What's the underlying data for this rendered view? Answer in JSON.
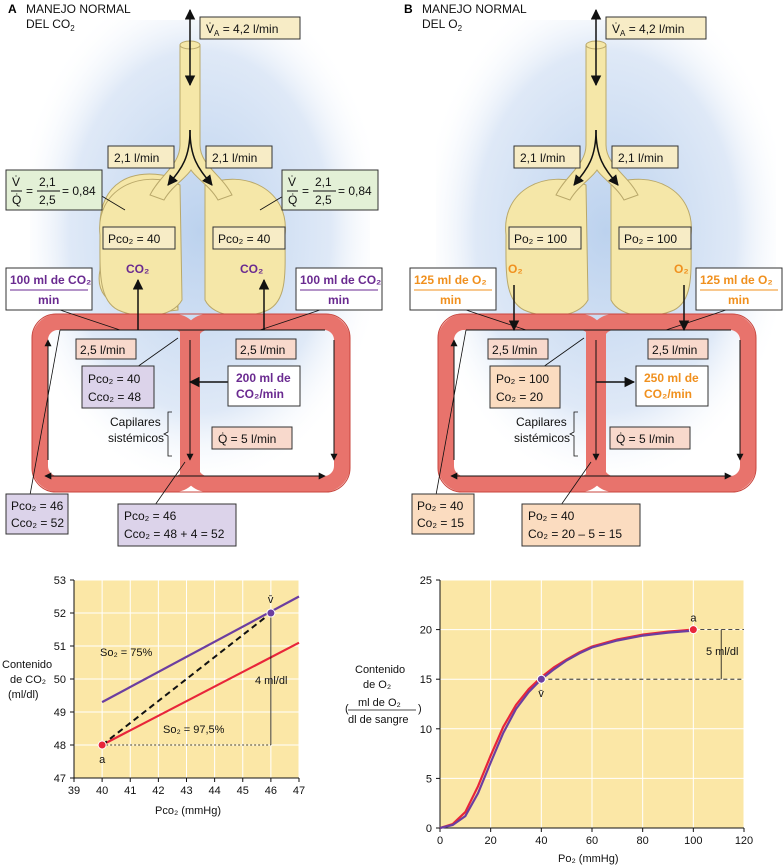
{
  "colors": {
    "airway": "#f5e7a8",
    "blood": "#e8736c",
    "blood_dark": "#c9463e",
    "box_green": "#e3f0d6",
    "box_pink": "#f8d9cc",
    "box_purple": "#dcd3ea",
    "box_orange": "#fbdcc0",
    "purple_text": "#6a2a90",
    "orange_text": "#f0901e",
    "plot_bg": "#fbe7a6",
    "line_purple": "#6c3ea0",
    "line_red": "#e8253a"
  },
  "panelA": {
    "letter": "A",
    "title_1": "MANEJO NORMAL",
    "title_2": "DEL CO",
    "title_2_sub": "2",
    "va_label": "V̇",
    "va_sub": "A",
    "va_value": " = 4,2 l/min",
    "split_left": "2,1 l/min",
    "split_right": "2,1 l/min",
    "vq_num_sym": "V̇",
    "vq_den_sym": "Q̇",
    "vq_num": "2,1",
    "vq_den": "2,5",
    "vq_value": "= 0,84",
    "p_left": "Pco₂ = 40",
    "p_right": "Pco₂ = 40",
    "gas_left": "CO₂",
    "gas_right": "CO₂",
    "flux_left_num": "100 ml de CO₂",
    "flux_left_den": "min",
    "flux_right_num": "100 ml de CO₂",
    "flux_right_den": "min",
    "flow_left": "2,5 l/min",
    "flow_right": "2,5 l/min",
    "art_1": "Pco₂ = 40",
    "art_2": "Cco₂ = 48",
    "tissue_1": "200 ml de",
    "tissue_2": "CO₂/min",
    "cap_1": "Capilares",
    "cap_2": "sistémicos",
    "q_value": "Q̇ = 5 l/min",
    "ven_left_1": "Pco₂ = 46",
    "ven_left_2": "Cco₂ = 52",
    "ven_right_1": "Pco₂ = 46",
    "ven_right_2": "Cco₂ = 48 + 4 = 52"
  },
  "panelB": {
    "letter": "B",
    "title_1": "MANEJO NORMAL",
    "title_2": "DEL O",
    "title_2_sub": "2",
    "va_label": "V̇",
    "va_sub": "A",
    "va_value": " = 4,2 l/min",
    "split_left": "2,1 l/min",
    "split_right": "2,1 l/min",
    "p_left": "Po₂ = 100",
    "p_right": "Po₂ = 100",
    "gas_left": "O₂",
    "gas_right": "O₂",
    "flux_left_num": "125 ml de O₂",
    "flux_left_den": "min",
    "flux_right_num": "125 ml de O₂",
    "flux_right_den": "min",
    "flow_left": "2,5 l/min",
    "flow_right": "2,5 l/min",
    "art_1": "Po₂ = 100",
    "art_2": "Co₂ = 20",
    "tissue_1": "250 ml de",
    "tissue_2": "CO₂/min",
    "cap_1": "Capilares",
    "cap_2": "sistémicos",
    "q_value": "Q̇ = 5 l/min",
    "ven_left_1": "Po₂ = 40",
    "ven_left_2": "Co₂ = 15",
    "ven_right_1": "Po₂ = 40",
    "ven_right_2": "Co₂ = 20 – 5 = 15"
  },
  "chart_data": [
    {
      "type": "line",
      "xlabel": "Pco₂ (mmHg)",
      "ylabel_1": "Contenido",
      "ylabel_2": "de CO₂",
      "ylabel_3": "(ml/dl)",
      "xlim": [
        39,
        47
      ],
      "ylim": [
        47,
        53
      ],
      "xticks": [
        39,
        40,
        41,
        42,
        43,
        44,
        45,
        46,
        47
      ],
      "yticks": [
        47,
        48,
        49,
        50,
        51,
        52,
        53
      ],
      "series": [
        {
          "name": "So₂ = 75%",
          "color": "#6c3ea0",
          "x": [
            40,
            47
          ],
          "y": [
            49.3,
            52.5
          ]
        },
        {
          "name": "So₂ = 97,5%",
          "color": "#e8253a",
          "x": [
            40,
            47
          ],
          "y": [
            48.0,
            51.1
          ]
        }
      ],
      "points": [
        {
          "label": "a",
          "x": 40,
          "y": 48
        },
        {
          "label": "v̄",
          "x": 46,
          "y": 52
        }
      ],
      "annotation": "4 ml/dl"
    },
    {
      "type": "line",
      "xlabel": "Po₂ (mmHg)",
      "ylabel_1": "Contenido",
      "ylabel_2": "de O₂",
      "ylabel_frac_num": "ml de O₂",
      "ylabel_frac_den": "dl de sangre",
      "xlim": [
        0,
        120
      ],
      "ylim": [
        0,
        25
      ],
      "xticks": [
        0,
        20,
        40,
        60,
        80,
        100,
        120
      ],
      "yticks": [
        0,
        5,
        10,
        15,
        20,
        25
      ],
      "series": [
        {
          "name": "",
          "color": "#e8253a",
          "x": [
            0,
            5,
            10,
            15,
            20,
            25,
            30,
            35,
            40,
            45,
            50,
            55,
            60,
            70,
            80,
            90,
            100
          ],
          "y": [
            0,
            0.4,
            1.6,
            4.2,
            7.3,
            10.2,
            12.4,
            14.0,
            15.2,
            16.2,
            17.0,
            17.7,
            18.3,
            19.0,
            19.5,
            19.8,
            20.0
          ]
        },
        {
          "name": "",
          "color": "#6c3ea0",
          "x": [
            0,
            5,
            10,
            15,
            20,
            25,
            30,
            35,
            40,
            45,
            50,
            55,
            60,
            70,
            80,
            90,
            100
          ],
          "y": [
            0,
            0.3,
            1.2,
            3.5,
            6.6,
            9.6,
            12.0,
            13.7,
            15.0,
            16.0,
            16.9,
            17.6,
            18.2,
            18.9,
            19.4,
            19.7,
            19.9
          ]
        }
      ],
      "points": [
        {
          "label": "a",
          "x": 100,
          "y": 20
        },
        {
          "label": "v̄",
          "x": 40,
          "y": 15
        }
      ],
      "annotation": "5 ml/dl"
    }
  ]
}
